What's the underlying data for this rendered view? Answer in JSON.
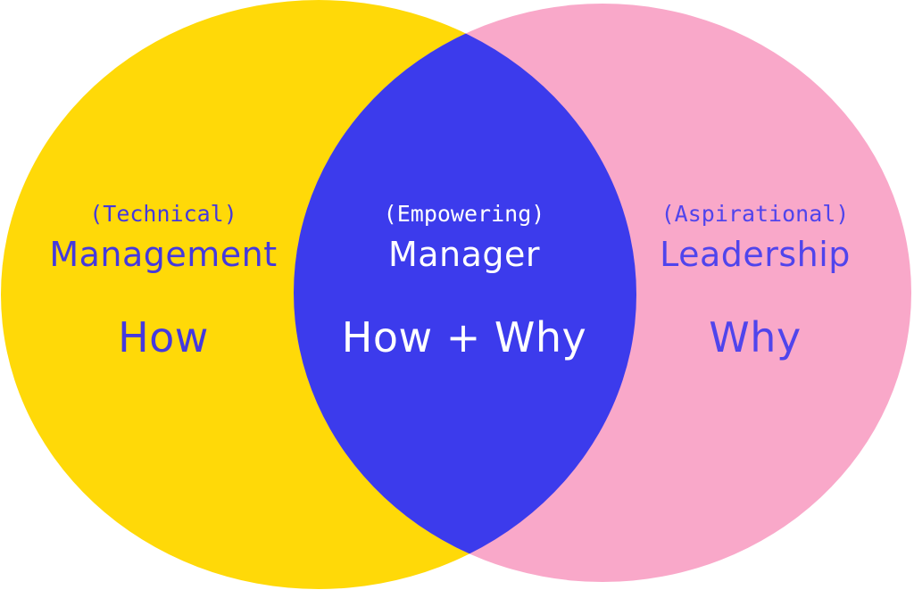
{
  "diagram": {
    "type": "venn",
    "description": "Two-set Venn diagram comparing Management and Leadership, with Manager as the overlap"
  },
  "colors": {
    "background": "#FFFFFF",
    "left_fill": "#FFD908",
    "right_fill": "#F9A8C9",
    "overlap_fill": "#3C3BEC",
    "left_text": "#4439DE",
    "right_text": "#5044EC",
    "overlap_text": "#FFFFFF"
  },
  "venn": {
    "left": {
      "qualifier": "(Technical)",
      "title": "Management",
      "keyword": "How"
    },
    "overlap": {
      "qualifier": "(Empowering)",
      "title": "Manager",
      "keyword": "How + Why"
    },
    "right": {
      "qualifier": "(Aspirational)",
      "title": "Leadership",
      "keyword": "Why"
    }
  }
}
